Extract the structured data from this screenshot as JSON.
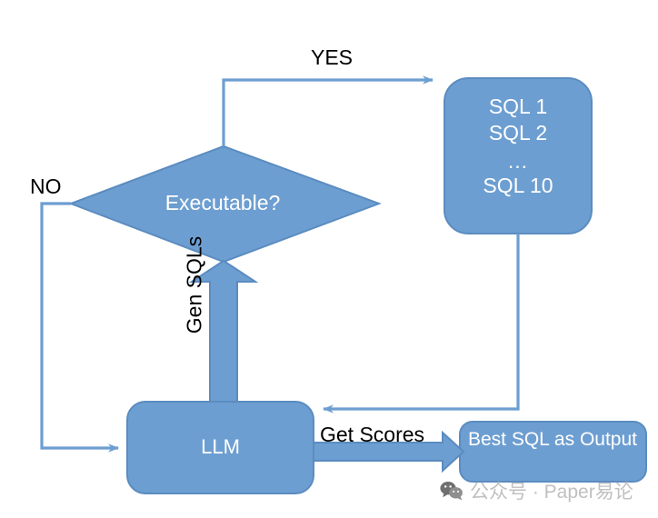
{
  "diagram": {
    "title": "LLM SQL generation and selection flowchart",
    "colors": {
      "node_fill": "#6d9ed1",
      "node_stroke": "#5b8cc0",
      "connector": "#6d9ed1",
      "node_text": "#ffffff",
      "edge_text": "#000000",
      "background": "#ffffff",
      "watermark_text": "#c0c0c0"
    },
    "nodes": {
      "decision": {
        "shape": "diamond",
        "label": "Executable?"
      },
      "sql_list": {
        "shape": "rounded-rectangle",
        "lines": [
          "SQL 1",
          "SQL 2",
          "...",
          "SQL 10"
        ]
      },
      "llm": {
        "shape": "rounded-rectangle",
        "label": "LLM"
      },
      "best_sql": {
        "shape": "rounded-rectangle",
        "lines": [
          "Best SQL as",
          "Output"
        ]
      }
    },
    "edges": {
      "yes": "YES",
      "no": "NO",
      "gen_sqls": "Gen SQLs",
      "get_scores": "Get Scores"
    }
  },
  "watermark": {
    "icon": "wechat-icon",
    "text": "公众号 · Paper易论"
  }
}
